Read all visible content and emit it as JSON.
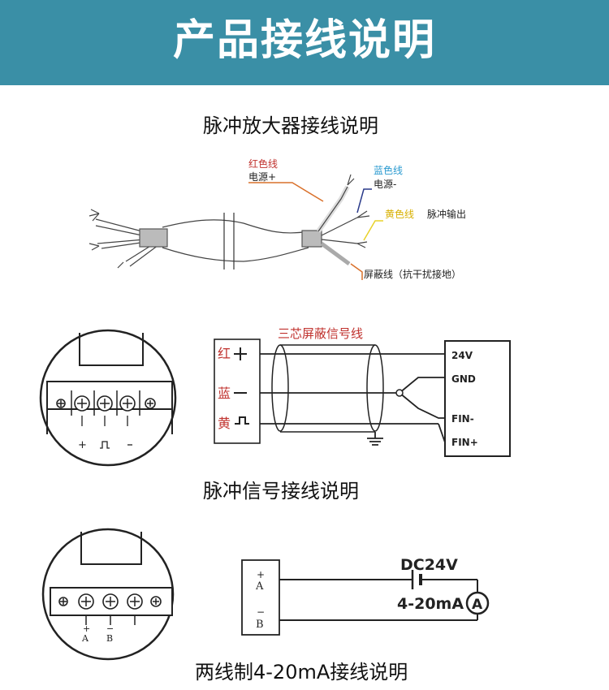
{
  "header": {
    "title": "产品接线说明"
  },
  "pulse_amp": {
    "title": "脉冲放大器接线说明",
    "red_wire": "红色线",
    "red_desc": "电源+",
    "blue_wire": "蓝色线",
    "blue_desc": "电源-",
    "yellow_wire": "黄色线",
    "yellow_desc": "脉冲输出",
    "shield_desc": "屏蔽线（抗干扰接地）"
  },
  "pulse_signal": {
    "title": "脉冲信号接线说明",
    "cable_label": "三芯屏蔽信号线",
    "red": "红",
    "blue": "蓝",
    "yellow": "黄",
    "term_plus": "+",
    "term_minus": "−",
    "terminals": [
      "24V",
      "GND",
      "FIN-",
      "FIN+"
    ],
    "colors": {
      "red": "#c0322e",
      "blue": "#2a4fa8",
      "label": "#c0322e"
    }
  },
  "two_wire": {
    "title": "两线制4-20mA接线说明",
    "a_label": "A",
    "b_label": "B",
    "plus": "+",
    "minus": "−",
    "dc": "DC24V",
    "current": "4-20mA",
    "meter": "A"
  }
}
